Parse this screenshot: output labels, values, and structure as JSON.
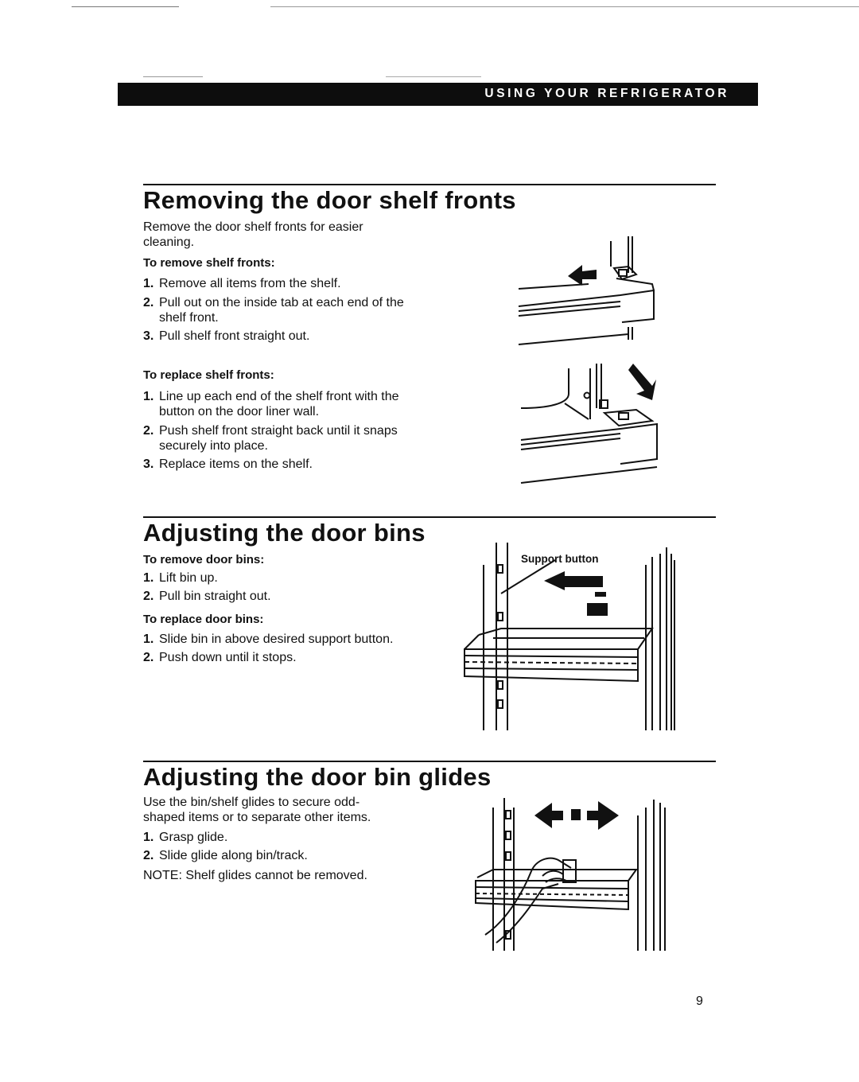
{
  "header": {
    "title": "USING YOUR REFRIGERATOR"
  },
  "section1": {
    "title": "Removing the door shelf fronts",
    "intro": "Remove the door shelf fronts for easier cleaning.",
    "remove_heading": "To remove shelf fronts:",
    "remove_steps": [
      {
        "num": "1.",
        "text": "Remove all items from the shelf."
      },
      {
        "num": "2.",
        "text": "Pull out on the inside tab at each end of the shelf front."
      },
      {
        "num": "3.",
        "text": "Pull shelf front straight out."
      }
    ],
    "replace_heading": "To replace shelf fronts:",
    "replace_steps": [
      {
        "num": "1.",
        "text": "Line up each end of the shelf front with the button on the door liner wall."
      },
      {
        "num": "2.",
        "text": "Push shelf front straight back until it snaps securely into place."
      },
      {
        "num": "3.",
        "text": "Replace items on the shelf."
      }
    ]
  },
  "section2": {
    "title": "Adjusting the door bins",
    "remove_heading": "To remove door bins:",
    "remove_steps": [
      {
        "num": "1.",
        "text": "Lift bin up."
      },
      {
        "num": "2.",
        "text": "Pull bin straight out."
      }
    ],
    "replace_heading": "To replace door bins:",
    "replace_steps": [
      {
        "num": "1.",
        "text": "Slide bin in above desired support button."
      },
      {
        "num": "2.",
        "text": "Push down until it stops."
      }
    ],
    "callout": "Support button"
  },
  "section3": {
    "title": "Adjusting the door bin glides",
    "intro": "Use the bin/shelf glides to secure odd-shaped items or to separate other items.",
    "steps": [
      {
        "num": "1.",
        "text": "Grasp glide."
      },
      {
        "num": "2.",
        "text": "Slide glide along bin/track."
      }
    ],
    "note": "NOTE: Shelf glides cannot be removed."
  },
  "page_number": "9",
  "icons": {
    "fig1": "shelf-front-removal-illustration",
    "fig2": "shelf-front-replace-illustration",
    "fig3": "door-bin-illustration",
    "fig4": "bin-glide-illustration"
  }
}
